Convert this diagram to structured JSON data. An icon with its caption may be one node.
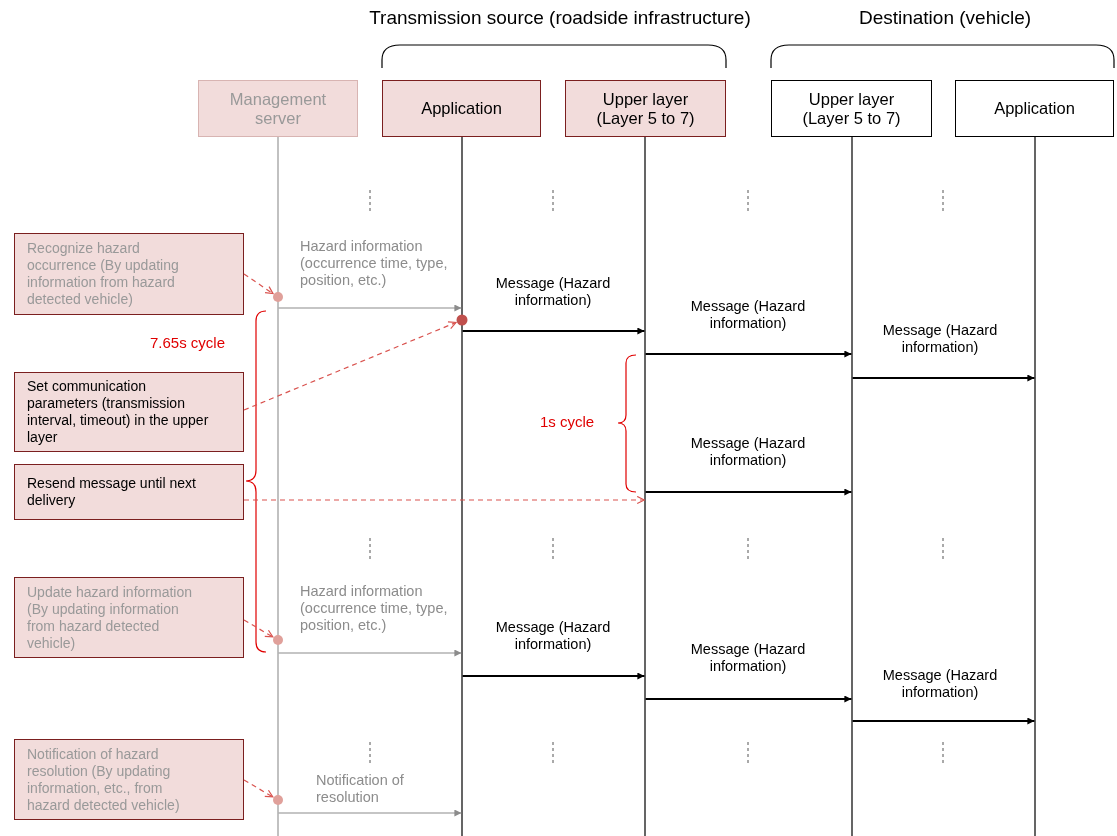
{
  "diagram": {
    "nodes": [
      {
        "text": [
          "Management server"
        ]
      },
      {
        "text": [
          "Application"
        ]
      },
      {
        "text": [
          "Upper layer (Layer 5 to 7)"
        ]
      },
      {
        "text": [
          "Upper layer (Layer 5 to 7)"
        ]
      },
      {
        "text": [
          "Application"
        ]
      },
      {
        "text": [
          "Recognize hazard occurrence (By updating information from hazard detected vehicle)"
        ]
      },
      {
        "text": [
          "Set communication parameters (transmission interval, timeout) in the upper layer"
        ]
      },
      {
        "text": [
          "Resend message until next delivery"
        ]
      },
      {
        "text": [
          "Update hazard information (By updating information from hazard detected vehicle)"
        ]
      },
      {
        "text": [
          "Notification of hazard resolution (By updating information, etc., from hazard detected vehicle)"
        ]
      },
      {
        "text": [],
        "shape": "circle"
      },
      {
        "text": [],
        "shape": "circle"
      },
      {
        "text": [],
        "shape": "circle"
      },
      {
        "text": [],
        "shape": "circle"
      },
      {
        "text": [],
        "shape": "line"
      },
      {
        "text": [],
        "shape": "line"
      },
      {
        "text": [],
        "shape": "line"
      },
      {
        "text": [],
        "shape": "line"
      },
      {
        "text": [],
        "shape": "line"
      }
    ],
    "edges": [
      {
        "from": 5,
        "to": 10,
        "arrow": "to",
        "style": "dashed",
        "color": "#d9534f"
      },
      {
        "from": 6,
        "to": 11,
        "arrow": "to",
        "style": "dashed",
        "color": "#d9534f"
      },
      {
        "from": 7,
        "to": 16,
        "arrow": "to",
        "style": "dashed",
        "color": "#d9534f"
      },
      {
        "from": 8,
        "to": 12,
        "arrow": "to",
        "style": "dashed",
        "color": "#d9534f"
      },
      {
        "from": 9,
        "to": 13,
        "arrow": "to",
        "style": "dashed",
        "color": "#d9534f"
      },
      {
        "from": 14,
        "to": 15,
        "arrow": "to",
        "label": "Hazard information (occurrence time, type, position, etc.)",
        "color": "#8c8c8c"
      },
      {
        "from": 15,
        "to": 16,
        "arrow": "to",
        "label": "Message (Hazard information)"
      },
      {
        "from": 16,
        "to": 17,
        "arrow": "to",
        "label": "Message (Hazard information)"
      },
      {
        "from": 17,
        "to": 18,
        "arrow": "to",
        "label": "Message (Hazard information)"
      },
      {
        "from": 16,
        "to": 17,
        "arrow": "to",
        "label": "Message (Hazard information)"
      },
      {
        "from": 14,
        "to": 15,
        "arrow": "to",
        "label": "Hazard information (occurrence time, type, position, etc.)",
        "color": "#8c8c8c"
      },
      {
        "from": 15,
        "to": 16,
        "arrow": "to",
        "label": "Message (Hazard information)"
      },
      {
        "from": 16,
        "to": 17,
        "arrow": "to",
        "label": "Message (Hazard information)"
      },
      {
        "from": 17,
        "to": 18,
        "arrow": "to",
        "label": "Message (Hazard information)"
      },
      {
        "from": 14,
        "to": 15,
        "arrow": "to",
        "label": "Notification of resolution",
        "color": "#8c8c8c"
      }
    ],
    "labels": [
      "Transmission source (roadside infrastructure)",
      "Destination (vehicle)",
      "7.65s cycle",
      "1s cycle"
    ]
  }
}
